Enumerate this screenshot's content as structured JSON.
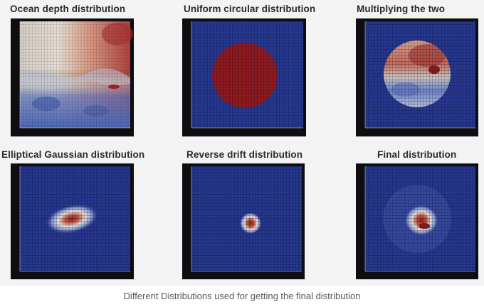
{
  "panels": [
    {
      "title": "Ocean depth distribution"
    },
    {
      "title": "Uniform circular distribution"
    },
    {
      "title": "Multiplying the two"
    },
    {
      "title": "Elliptical Gaussian distribution"
    },
    {
      "title": "Reverse drift distribution"
    },
    {
      "title": "Final distribution"
    }
  ],
  "caption": "Different Distributions used for getting the final distribution",
  "colors": {
    "background_blue": "#26378e",
    "hot_red": "#8e1a1e",
    "mid_white": "#e9e3d9",
    "grid_line": "#0b1030",
    "frame": "#0e0e12"
  }
}
